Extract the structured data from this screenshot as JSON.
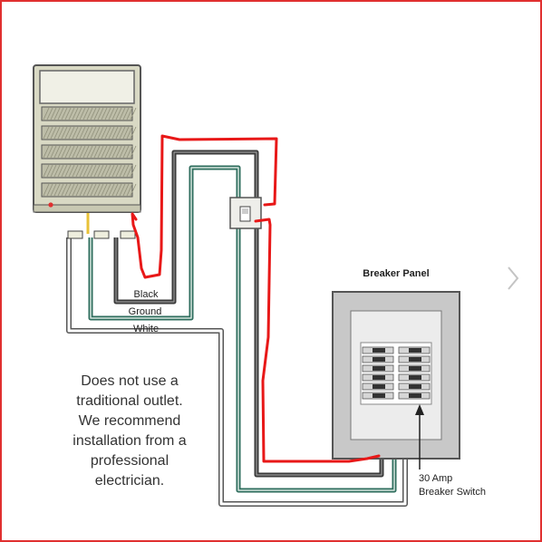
{
  "labels": {
    "wire_black": "Black",
    "wire_ground": "Ground",
    "wire_white": "White",
    "panel_title": "Breaker Panel",
    "breaker_line1": "30 Amp",
    "breaker_line2": "Breaker Switch"
  },
  "note": [
    "Does not use a",
    "traditional outlet.",
    "We recommend",
    "installation from a",
    "professional",
    "electrician."
  ],
  "nav": {
    "icon": "chevron-right-icon"
  },
  "colors": {
    "frame": "#e03030",
    "annotation": "#e81818",
    "wire_black": "#3a3a3a",
    "wire_ground": "#2f6e5e",
    "wire_white": "#ffffff",
    "heater_body": "#d9d9c4",
    "heater_top": "#ecece2",
    "panel_outer": "#c8c8c8",
    "panel_inner": "#e9e9e9"
  }
}
